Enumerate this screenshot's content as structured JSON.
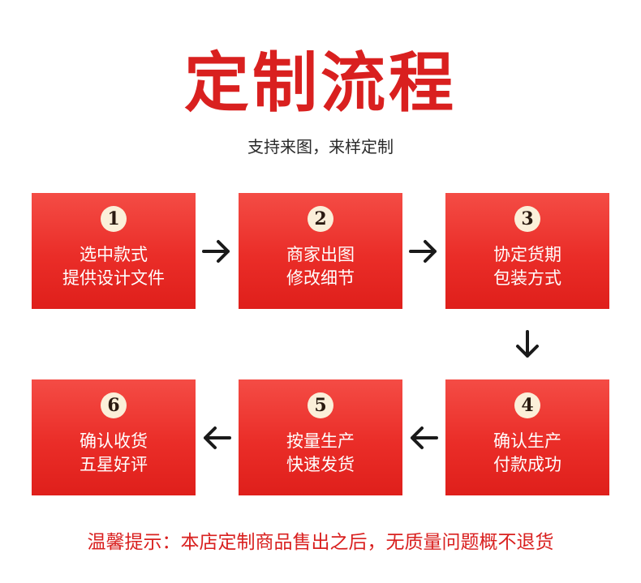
{
  "title": "定制流程",
  "subtitle": "支持来图，来样定制",
  "steps": [
    {
      "number": "1",
      "line1": "选中款式",
      "line2": "提供设计文件"
    },
    {
      "number": "2",
      "line1": "商家出图",
      "line2": "修改细节"
    },
    {
      "number": "3",
      "line1": "协定货期",
      "line2": "包装方式"
    },
    {
      "number": "4",
      "line1": "确认生产",
      "line2": "付款成功"
    },
    {
      "number": "5",
      "line1": "按量生产",
      "line2": "快速发货"
    },
    {
      "number": "6",
      "line1": "确认收货",
      "line2": "五星好评"
    }
  ],
  "notice": "温馨提示：本店定制商品售出之后，无质量问题概不退货",
  "colors": {
    "accent": "#d9201f",
    "box": "#ea2d28",
    "badge": "#fbefd9"
  },
  "icons": {
    "right_arrow": "arrow-right-icon",
    "down_arrow": "arrow-down-icon",
    "left_arrow": "arrow-left-icon"
  }
}
